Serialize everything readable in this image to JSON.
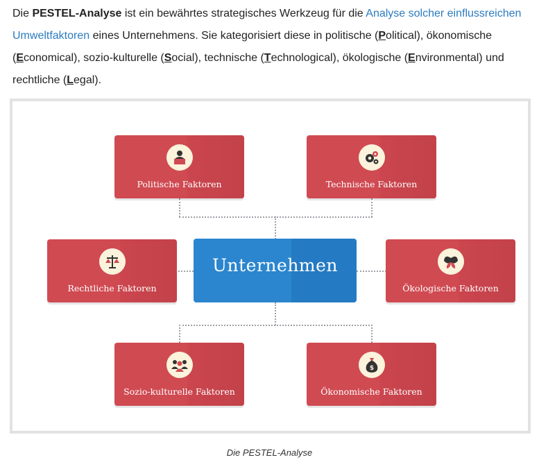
{
  "intro": {
    "t1": "Die ",
    "bold": "PESTEL-Analyse",
    "t2": " ist ein bewährtes strategisches Werkzeug für die ",
    "link": "Analyse solcher einflussreichen Umweltfaktoren",
    "t3": " eines Unternehmens. Sie kategorisiert diese in politische (",
    "p_letter": "P",
    "p_rest": "olitical), ökonomische (",
    "e1_letter": "E",
    "e1_rest": "conomical), sozio-kulturelle (",
    "s_letter": "S",
    "s_rest": "ocial), technische (",
    "t_letter": "T",
    "t_rest": "echnological), ökologische (",
    "e2_letter": "E",
    "e2_rest": "nvironmental) und rechtliche (",
    "l_letter": "L",
    "l_rest": "egal)."
  },
  "diagram": {
    "center": "Unternehmen",
    "cards": {
      "political": "Politische Faktoren",
      "technological": "Technische Faktoren",
      "legal": "Rechtliche Faktoren",
      "environmental": "Ökologische Faktoren",
      "social": "Sozio-kulturelle Faktoren",
      "economic": "Ökonomische Faktoren"
    },
    "colors": {
      "card": "#d04a52",
      "center": "#2b86cf",
      "connector": "#9ca0a6",
      "icon_bg": "#fbf3dc"
    }
  },
  "caption": "Die PESTEL-Analyse"
}
